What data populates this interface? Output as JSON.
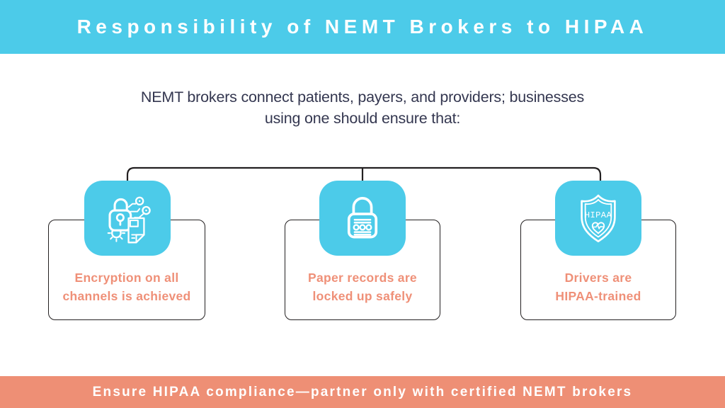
{
  "header": {
    "title": "Responsibility of NEMT Brokers to HIPAA"
  },
  "intro": {
    "text": "NEMT brokers connect patients, payers, and providers; businesses using one should ensure that:"
  },
  "cards": [
    {
      "icon": "encryption-document-lock-icon",
      "label": "Encryption on all\nchannels is achieved"
    },
    {
      "icon": "padlock-icon",
      "label": "Paper records are\nlocked up safely"
    },
    {
      "icon": "hipaa-shield-heart-icon",
      "label": "Drivers are\nHIPAA-trained",
      "shield_text": "HIPAA"
    }
  ],
  "footer": {
    "text": "Ensure HIPAA compliance—partner only with certified NEMT brokers"
  },
  "colors": {
    "cyan": "#4CCBE9",
    "salmon": "#EE8F75",
    "card-text": "#EF9078",
    "dark-text": "#343750",
    "line": "#232021"
  }
}
